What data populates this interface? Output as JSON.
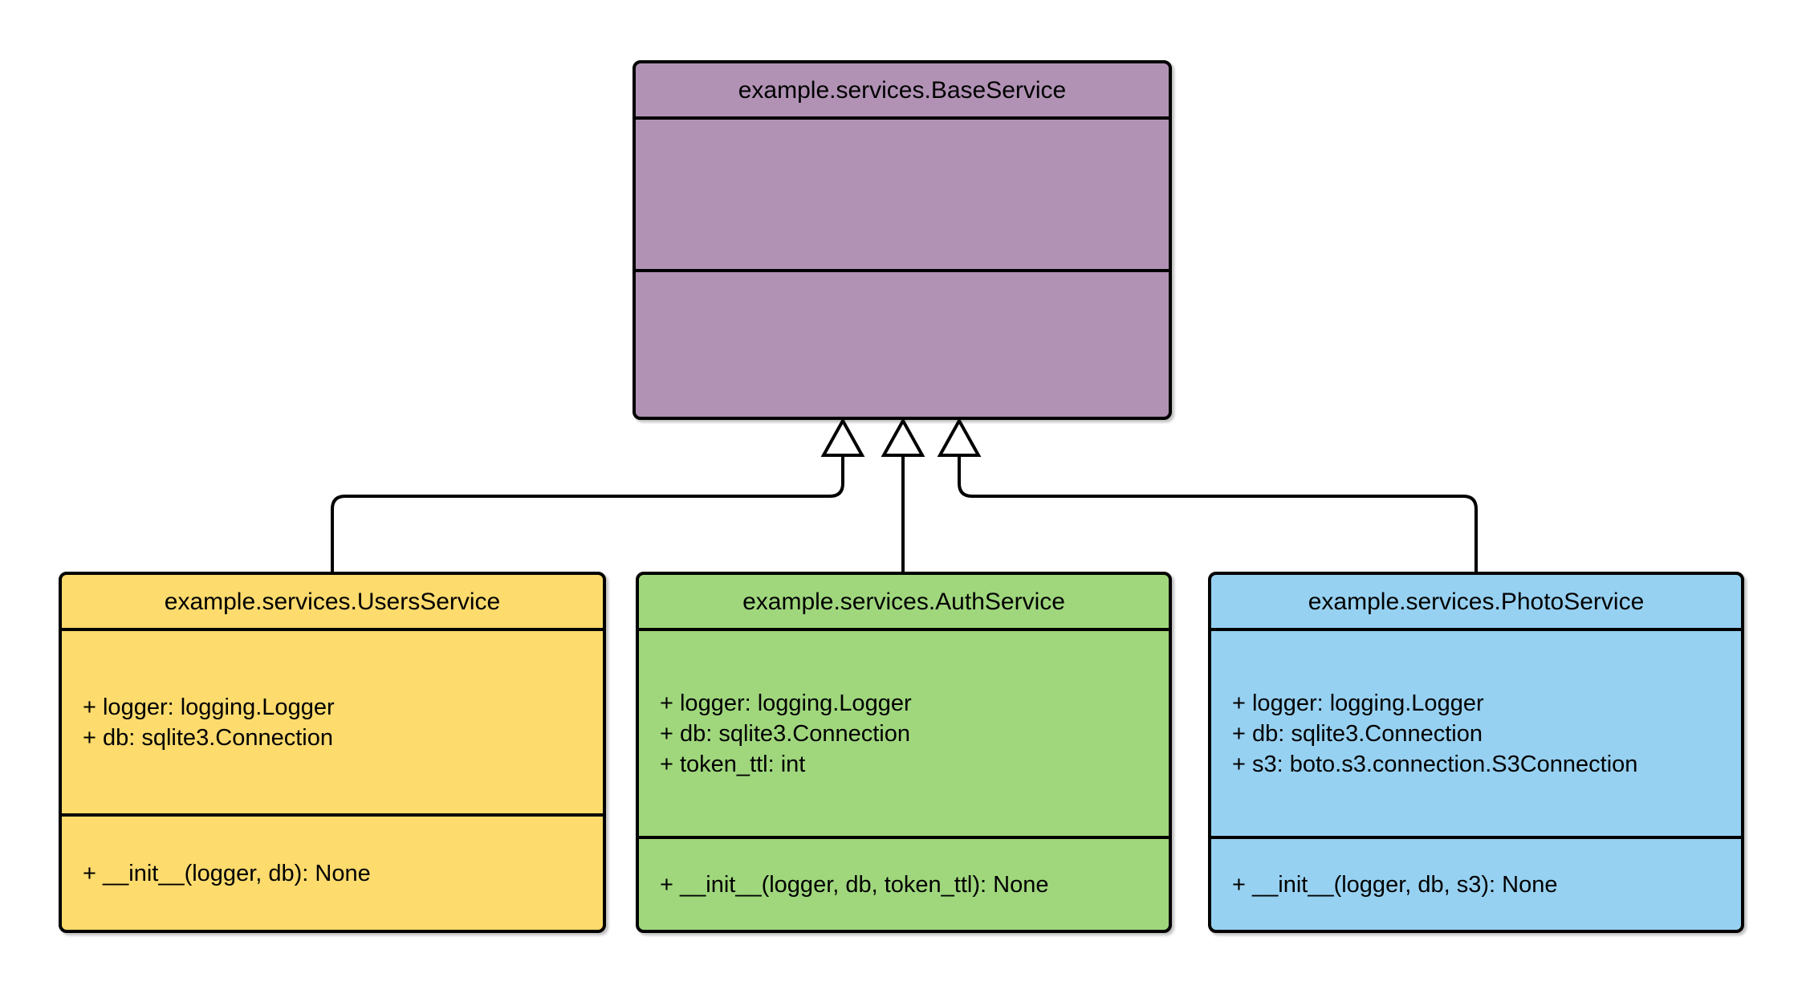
{
  "diagram": {
    "type": "uml-class-diagram",
    "background": "#ffffff",
    "stroke_color": "#000000",
    "classes": [
      {
        "name": "example.services.BaseService",
        "fill": "#b192b5",
        "attributes": [],
        "methods": []
      },
      {
        "name": "example.services.UsersService",
        "fill": "#fddb6d",
        "attributes": [
          "+ logger: logging.Logger",
          "+ db: sqlite3.Connection"
        ],
        "methods": [
          "+ __init__(logger, db): None"
        ]
      },
      {
        "name": "example.services.AuthService",
        "fill": "#a0d77d",
        "attributes": [
          "+ logger: logging.Logger",
          "+ db: sqlite3.Connection",
          "+ token_ttl: int"
        ],
        "methods": [
          "+ __init__(logger, db, token_ttl): None"
        ]
      },
      {
        "name": "example.services.PhotoService",
        "fill": "#97d1f1",
        "attributes": [
          "+ logger: logging.Logger",
          "+ db: sqlite3.Connection",
          "+ s3: boto.s3.connection.S3Connection"
        ],
        "methods": [
          "+ __init__(logger, db, s3): None"
        ]
      }
    ],
    "relations": [
      {
        "type": "inheritance",
        "from": "example.services.UsersService",
        "to": "example.services.BaseService"
      },
      {
        "type": "inheritance",
        "from": "example.services.AuthService",
        "to": "example.services.BaseService"
      },
      {
        "type": "inheritance",
        "from": "example.services.PhotoService",
        "to": "example.services.BaseService"
      }
    ]
  }
}
